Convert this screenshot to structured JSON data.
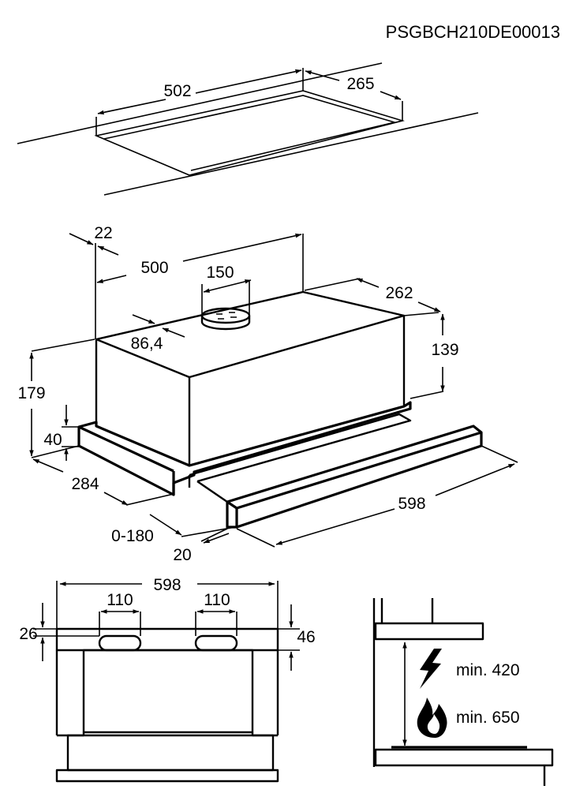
{
  "document_code": "PSGBCH210DE00013",
  "cutout": {
    "width": "502",
    "depth": "265"
  },
  "hood": {
    "top_offset": "22",
    "body_width": "500",
    "duct_diameter": "150",
    "duct_offset": "86,4",
    "body_depth": "262",
    "body_height": "139",
    "total_height": "179",
    "front_height": "40",
    "front_depth": "284",
    "extension": "0-180",
    "visor_thickness": "20",
    "total_width": "598"
  },
  "front_view": {
    "width": "598",
    "slot_left": "110",
    "slot_right": "110",
    "slot_offset_top": "26",
    "slot_height": "46"
  },
  "clearance": {
    "electric": "min. 420",
    "gas": "min. 650",
    "electric_icon": "lightning-bolt-icon",
    "gas_icon": "flame-icon"
  }
}
